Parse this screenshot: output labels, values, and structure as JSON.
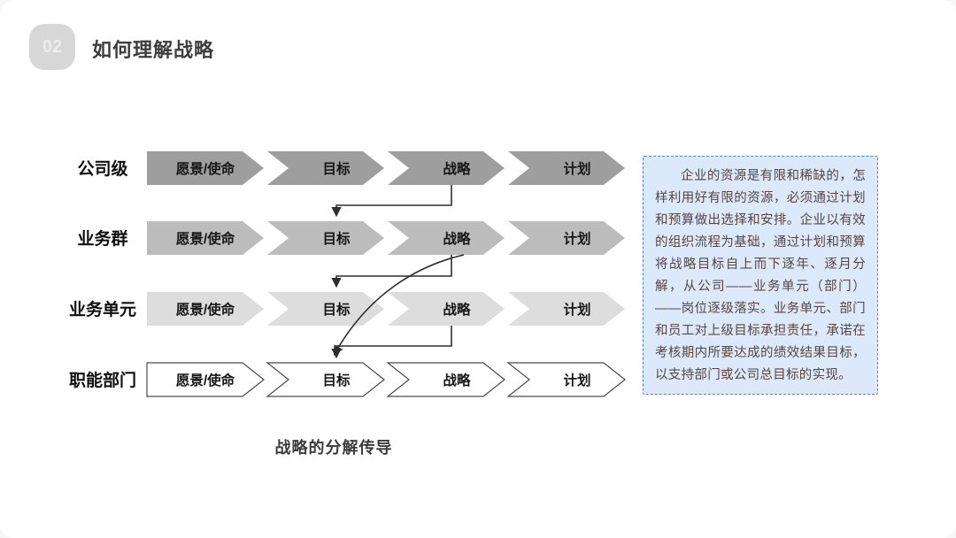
{
  "slide": {
    "badge": "02",
    "title": "如何理解战略",
    "caption": "战略的分解传导"
  },
  "diagram": {
    "rows": [
      {
        "label": "公司级",
        "fill": "#9e9e9e",
        "items": [
          "愿景/使命",
          "目标",
          "战略",
          "计划"
        ]
      },
      {
        "label": "业务群",
        "fill": "#bcbcbc",
        "items": [
          "愿景/使命",
          "目标",
          "战略",
          "计划"
        ]
      },
      {
        "label": "业务单元",
        "fill": "#dddddd",
        "items": [
          "愿景/使命",
          "目标",
          "战略",
          "计划"
        ]
      },
      {
        "label": "职能部门",
        "fill": "#ffffff",
        "items": [
          "愿景/使命",
          "目标",
          "战略",
          "计划"
        ]
      }
    ],
    "connector_color": "#2e2e2e"
  },
  "note": {
    "text": "企业的资源是有限和稀缺的，怎样利用好有限的资源，必须通过计划和预算做出选择和安排。企业以有效的组织流程为基础，通过计划和预算将战略目标自上而下逐年、逐月分解，从公司——业务单元（部门）——岗位逐级落实。业务单元、部门和员工对上级目标承担责任，承诺在考核期内所要达成的绩效结果目标，以支持部门或公司总目标的实现。",
    "bg": "#dbe9fb",
    "border_color": "#4e86c8",
    "text_color": "#5a463e"
  }
}
